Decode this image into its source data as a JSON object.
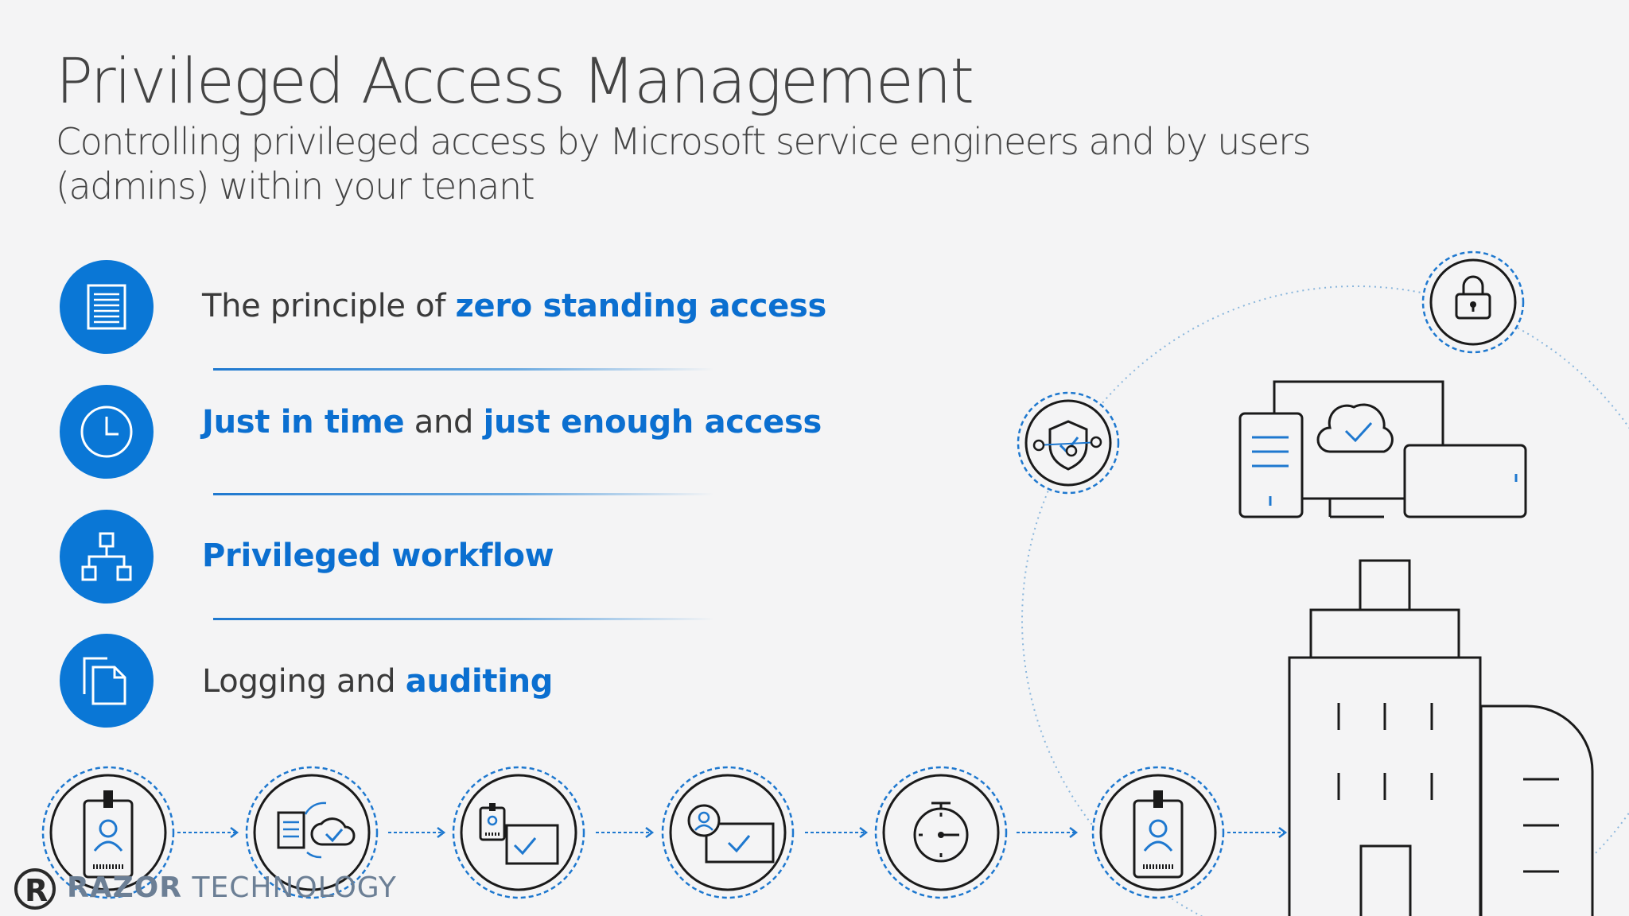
{
  "title": "Privileged Access Management",
  "subtitle": "Controlling privileged access by Microsoft service engineers and by users (admins) within your tenant",
  "features": [
    {
      "icon": "document-icon",
      "parts": [
        {
          "text": "The principle of ",
          "bold": false
        },
        {
          "text": "zero standing access",
          "bold": true
        }
      ]
    },
    {
      "icon": "clock-icon",
      "parts": [
        {
          "text": "Just in time",
          "bold": true
        },
        {
          "text": " and ",
          "bold": false
        },
        {
          "text": "just enough access",
          "bold": true
        }
      ]
    },
    {
      "icon": "hierarchy-icon",
      "parts": [
        {
          "text": "Privileged workflow",
          "bold": true
        }
      ]
    },
    {
      "icon": "copy-documents-icon",
      "parts": [
        {
          "text": "Logging and ",
          "bold": false
        },
        {
          "text": "auditing",
          "bold": true
        }
      ]
    }
  ],
  "process_steps": [
    "id-badge-icon",
    "cloud-sync-document-icon",
    "badge-approval-icon",
    "user-approval-icon",
    "stopwatch-icon",
    "id-badge-icon"
  ],
  "brand": {
    "part1": "RAZOR",
    "part2": " TECHNOLOGY",
    "logo_letter": "R"
  },
  "colors": {
    "accent": "#0a77d6",
    "text": "#3a3a3a",
    "background": "#f4f4f5",
    "line": "#1e78cf"
  }
}
